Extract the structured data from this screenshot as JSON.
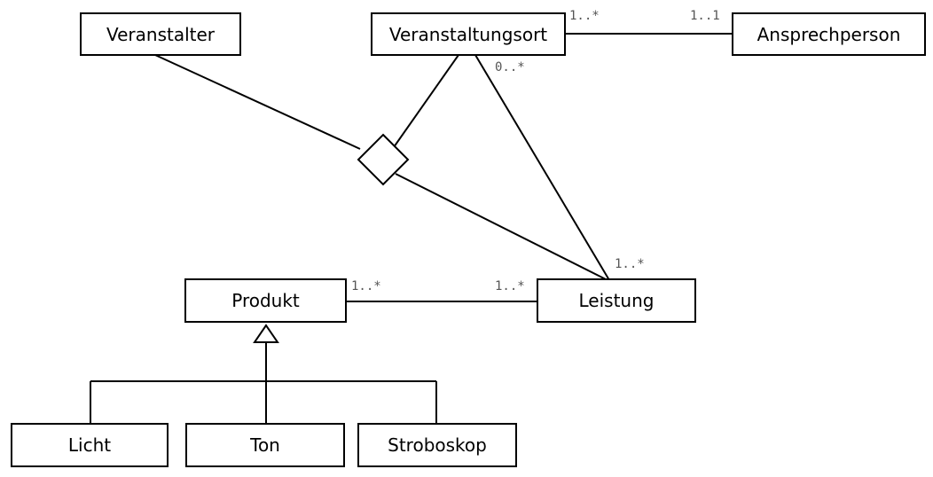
{
  "classes": {
    "veranstalter": "Veranstalter",
    "veranstaltungsort": "Veranstaltungsort",
    "ansprechperson": "Ansprechperson",
    "produkt": "Produkt",
    "leistung": "Leistung",
    "licht": "Licht",
    "ton": "Ton",
    "stroboskop": "Stroboskop"
  },
  "multiplicities": {
    "ort_to_ansprech_ort_end": "1..*",
    "ort_to_ansprech_person_end": "1..1",
    "ort_to_leistung_ort_end": "0..*",
    "ort_to_leistung_leistung_end": "1..*",
    "produkt_to_leistung_produkt_end": "1..*",
    "produkt_to_leistung_leistung_end": "1..*"
  }
}
